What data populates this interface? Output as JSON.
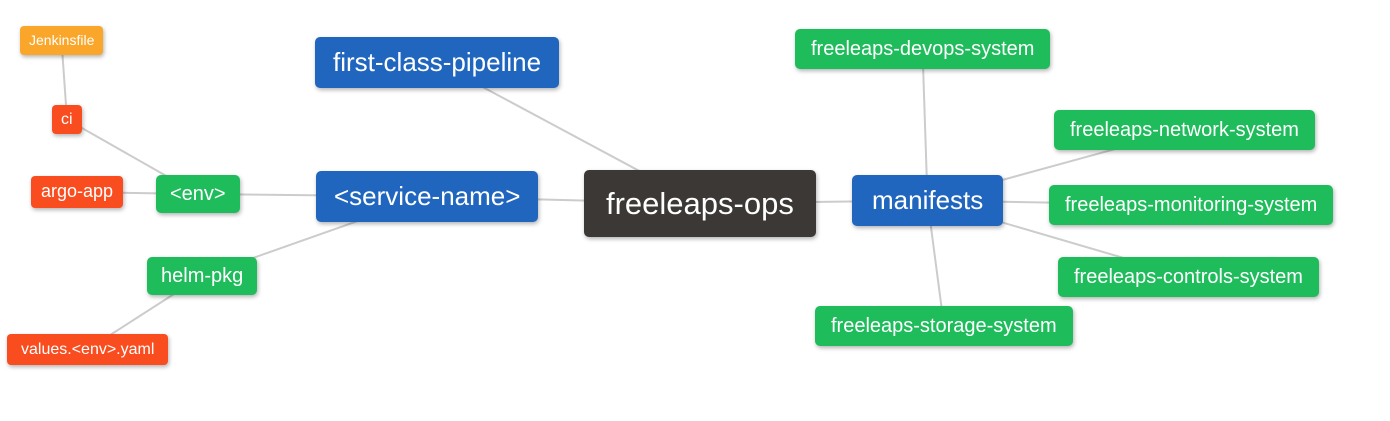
{
  "diagram": {
    "type": "mindmap",
    "root": "freeleaps-ops",
    "background": "#FFFFFF"
  },
  "colors": {
    "blue": "#2066BF",
    "green": "#1FBC5C",
    "orange": "#F9A62A",
    "red": "#F94D1F",
    "dark": "#3B3835",
    "edge": "#CCCCCC",
    "text": "#FFFFFF"
  },
  "nodes": {
    "jenkinsfile": {
      "label": "Jenkinsfile",
      "color": "orange"
    },
    "ci": {
      "label": "ci",
      "color": "red"
    },
    "argo_app": {
      "label": "argo-app",
      "color": "red"
    },
    "env": {
      "label": "<env>",
      "color": "green"
    },
    "helm_pkg": {
      "label": "helm-pkg",
      "color": "green"
    },
    "values_env_yaml": {
      "label": "values.<env>.yaml",
      "color": "red"
    },
    "first_class_pipeline": {
      "label": "first-class-pipeline",
      "color": "blue"
    },
    "service_name": {
      "label": "<service-name>",
      "color": "blue"
    },
    "freeleaps_ops": {
      "label": "freeleaps-ops",
      "color": "dark"
    },
    "manifests": {
      "label": "manifests",
      "color": "blue"
    },
    "devops_system": {
      "label": "freeleaps-devops-system",
      "color": "green"
    },
    "network_system": {
      "label": "freeleaps-network-system",
      "color": "green"
    },
    "monitoring_system": {
      "label": "freeleaps-monitoring-system",
      "color": "green"
    },
    "controls_system": {
      "label": "freeleaps-controls-system",
      "color": "green"
    },
    "storage_system": {
      "label": "freeleaps-storage-system",
      "color": "green"
    }
  },
  "edges": [
    [
      "jenkinsfile",
      "ci"
    ],
    [
      "ci",
      "env"
    ],
    [
      "argo_app",
      "env"
    ],
    [
      "env",
      "service_name"
    ],
    [
      "helm_pkg",
      "service_name"
    ],
    [
      "values_env_yaml",
      "helm_pkg"
    ],
    [
      "first_class_pipeline",
      "freeleaps_ops"
    ],
    [
      "service_name",
      "freeleaps_ops"
    ],
    [
      "freeleaps_ops",
      "manifests"
    ],
    [
      "manifests",
      "devops_system"
    ],
    [
      "manifests",
      "network_system"
    ],
    [
      "manifests",
      "monitoring_system"
    ],
    [
      "manifests",
      "controls_system"
    ],
    [
      "manifests",
      "storage_system"
    ]
  ]
}
